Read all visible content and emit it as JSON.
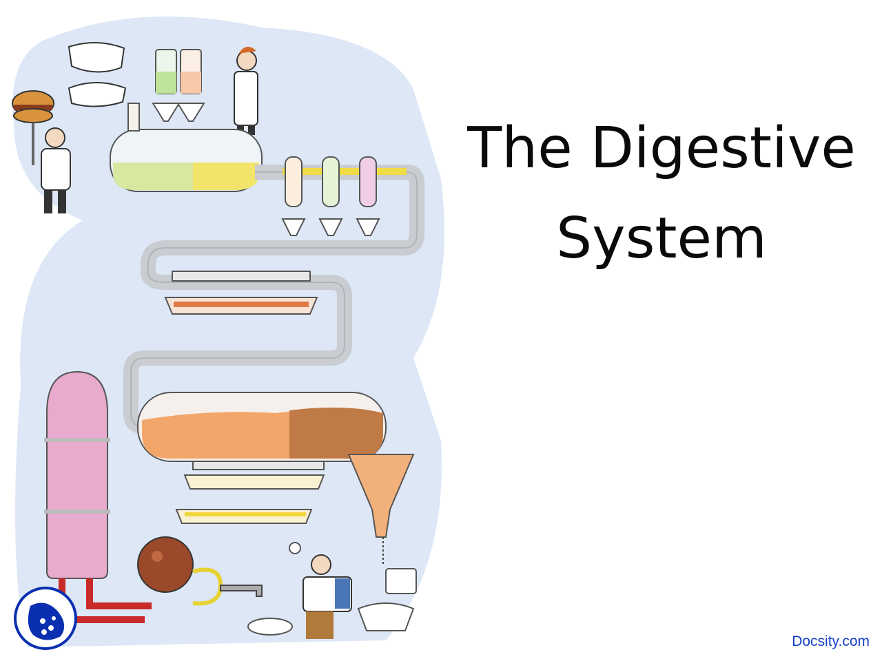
{
  "slide": {
    "title_line1": "The Digestive",
    "title_line2": "System",
    "watermark": "Docsity.com"
  },
  "colors": {
    "background": "#ffffff",
    "title_text": "#0a0a0a",
    "watermark_text": "#1340c8",
    "logo": "#0a2fb0",
    "sky_wash": "#dbe6f6",
    "pipe": "#c9ccd1",
    "stomach_fill": "#f2a66a",
    "tank_pink": "#e8aacd"
  },
  "icons": {
    "illustration": "digestive-machine-illustration",
    "logo": "docsity-logo-icon"
  }
}
